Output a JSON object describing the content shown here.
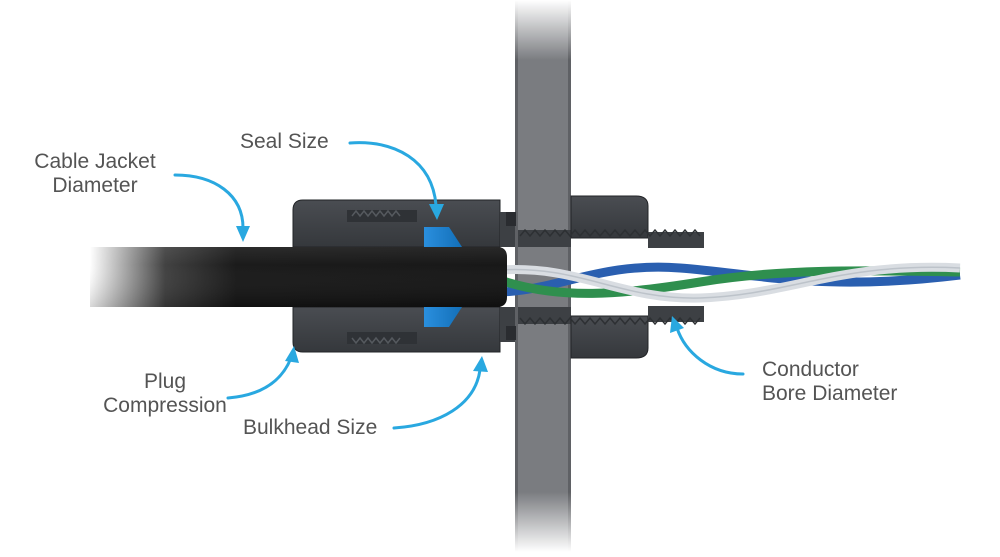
{
  "colors": {
    "arrow": "#29a8e0",
    "seal": "#1f86d3",
    "fitting": "#3b3e42",
    "bulkhead": "#7a7c80",
    "cable_jacket": "#161616",
    "wire_blue": "#2a5fb0",
    "wire_green": "#2f8f4e",
    "wire_white": "#d9dde2",
    "label_text": "#545454"
  },
  "labels": {
    "cable_jacket": [
      "Cable Jacket",
      "Diameter"
    ],
    "seal_size": "Seal Size",
    "plug_compression": [
      "Plug",
      "Compression"
    ],
    "bulkhead_size": "Bulkhead Size",
    "conductor_bore": [
      "Conductor",
      "Bore Diameter"
    ]
  }
}
